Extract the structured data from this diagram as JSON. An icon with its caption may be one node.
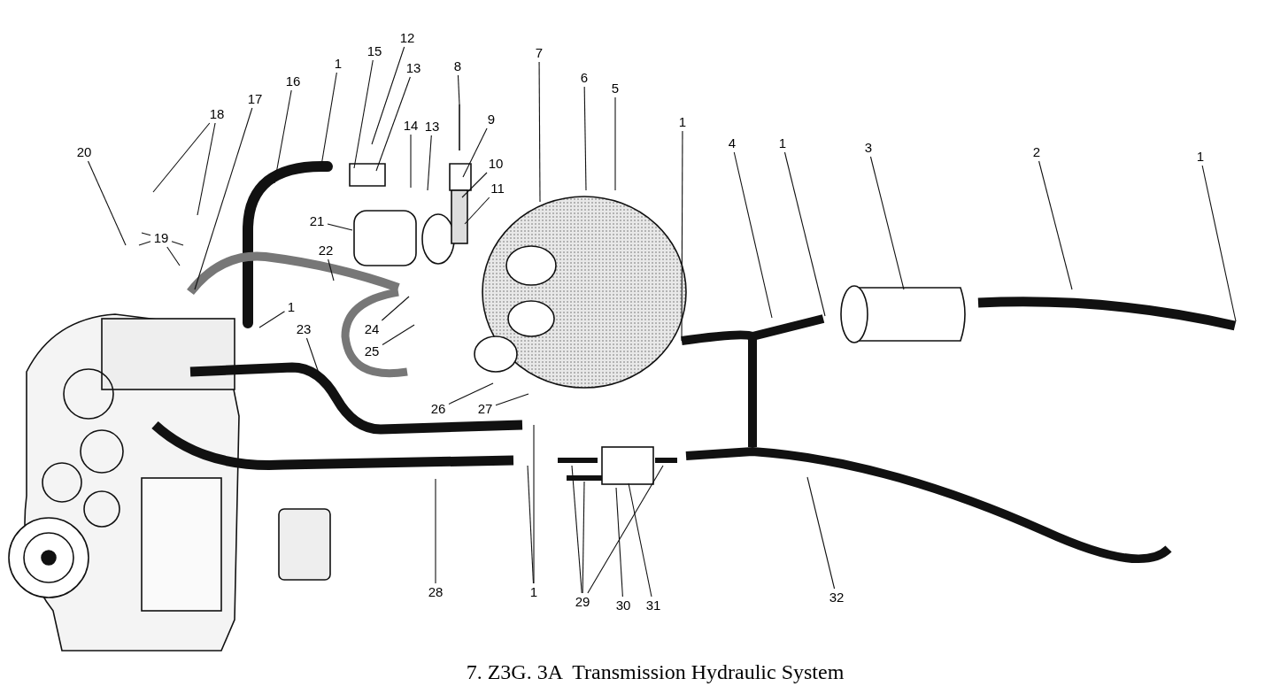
{
  "diagram": {
    "title": "7. Z3G. 3A  Transmission Hydraulic System",
    "nodes": [
      {
        "text": [
          "8"
        ]
      },
      {
        "text": [
          "7"
        ]
      },
      {
        "text": [
          "6"
        ]
      },
      {
        "text": [
          "5"
        ]
      },
      {
        "text": [
          "12"
        ]
      },
      {
        "text": [
          "15"
        ]
      },
      {
        "text": [
          "13"
        ]
      },
      {
        "text": [
          "14"
        ]
      },
      {
        "text": [
          "13"
        ]
      },
      {
        "text": [
          "9"
        ]
      },
      {
        "text": [
          "10"
        ]
      },
      {
        "text": [
          "11"
        ]
      },
      {
        "text": [
          "1"
        ]
      },
      {
        "text": [
          "16"
        ]
      },
      {
        "text": [
          "17"
        ]
      },
      {
        "text": [
          "18"
        ]
      },
      {
        "text": [
          "20"
        ]
      },
      {
        "text": [
          "19"
        ]
      },
      {
        "text": [
          "21"
        ]
      },
      {
        "text": [
          "22"
        ]
      },
      {
        "text": [
          "1"
        ]
      },
      {
        "text": [
          "23"
        ]
      },
      {
        "text": [
          "24"
        ]
      },
      {
        "text": [
          "25"
        ]
      },
      {
        "text": [
          "26"
        ]
      },
      {
        "text": [
          "27"
        ]
      },
      {
        "text": [
          "1"
        ]
      },
      {
        "text": [
          "4"
        ]
      },
      {
        "text": [
          "1"
        ]
      },
      {
        "text": [
          "3"
        ]
      },
      {
        "text": [
          "2"
        ]
      },
      {
        "text": [
          "1"
        ]
      },
      {
        "text": [
          "28"
        ]
      },
      {
        "text": [
          "1"
        ]
      },
      {
        "text": [
          "29"
        ]
      },
      {
        "text": [
          "30"
        ]
      },
      {
        "text": [
          "31"
        ]
      },
      {
        "text": [
          "32"
        ]
      }
    ],
    "edges": [
      {
        "from": 0,
        "to": null,
        "arrow": "none"
      },
      {
        "from": 1,
        "to": null,
        "arrow": "none"
      },
      {
        "from": 2,
        "to": null,
        "arrow": "none"
      },
      {
        "from": 3,
        "to": null,
        "arrow": "none"
      },
      {
        "from": 4,
        "to": null,
        "arrow": "none"
      },
      {
        "from": 5,
        "to": null,
        "arrow": "none"
      },
      {
        "from": 6,
        "to": null,
        "arrow": "none"
      },
      {
        "from": 7,
        "to": null,
        "arrow": "none"
      },
      {
        "from": 8,
        "to": null,
        "arrow": "none"
      },
      {
        "from": 9,
        "to": null,
        "arrow": "none"
      },
      {
        "from": 10,
        "to": null,
        "arrow": "none"
      },
      {
        "from": 11,
        "to": null,
        "arrow": "none"
      },
      {
        "from": 12,
        "to": null,
        "arrow": "none"
      },
      {
        "from": 13,
        "to": null,
        "arrow": "none"
      },
      {
        "from": 14,
        "to": null,
        "arrow": "none"
      },
      {
        "from": 15,
        "to": null,
        "arrow": "none"
      },
      {
        "from": 15,
        "to": null,
        "arrow": "none"
      },
      {
        "from": 16,
        "to": null,
        "arrow": "none"
      },
      {
        "from": 17,
        "to": null,
        "arrow": "none"
      },
      {
        "from": 17,
        "to": null,
        "arrow": "none"
      },
      {
        "from": 17,
        "to": null,
        "arrow": "none"
      },
      {
        "from": 17,
        "to": null,
        "arrow": "none"
      },
      {
        "from": 18,
        "to": null,
        "arrow": "none"
      },
      {
        "from": 19,
        "to": null,
        "arrow": "none"
      },
      {
        "from": 20,
        "to": null,
        "arrow": "none"
      },
      {
        "from": 21,
        "to": null,
        "arrow": "none"
      },
      {
        "from": 22,
        "to": null,
        "arrow": "none"
      },
      {
        "from": 23,
        "to": null,
        "arrow": "none"
      },
      {
        "from": 24,
        "to": null,
        "arrow": "none"
      },
      {
        "from": 25,
        "to": null,
        "arrow": "none"
      },
      {
        "from": 26,
        "to": null,
        "arrow": "none"
      },
      {
        "from": 27,
        "to": null,
        "arrow": "none"
      },
      {
        "from": 28,
        "to": null,
        "arrow": "none"
      },
      {
        "from": 29,
        "to": null,
        "arrow": "none"
      },
      {
        "from": 30,
        "to": null,
        "arrow": "none"
      },
      {
        "from": 31,
        "to": null,
        "arrow": "none"
      },
      {
        "from": 32,
        "to": null,
        "arrow": "none"
      },
      {
        "from": 33,
        "to": null,
        "arrow": "none"
      },
      {
        "from": 33,
        "to": null,
        "arrow": "none"
      },
      {
        "from": 34,
        "to": null,
        "arrow": "none"
      },
      {
        "from": 34,
        "to": null,
        "arrow": "none"
      },
      {
        "from": 34,
        "to": null,
        "arrow": "none"
      },
      {
        "from": 35,
        "to": null,
        "arrow": "none"
      },
      {
        "from": 36,
        "to": null,
        "arrow": "none"
      },
      {
        "from": 37,
        "to": null,
        "arrow": "none"
      }
    ]
  }
}
